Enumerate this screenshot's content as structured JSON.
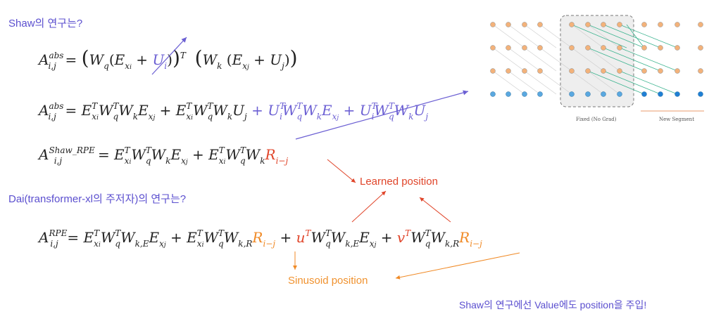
{
  "headings": {
    "shaw": "Shaw의 연구는?",
    "dai": "Dai(transformer-xl의 주저자)의 연구는?"
  },
  "equations": {
    "eq1_lhs": "A",
    "eq1_lhs_sup": "abs",
    "eq1_lhs_sub": "i,j",
    "eq1_rhs": "= (W_q(E_{x_i} + U_i))^T (W_k(E_{x_j} + U_j))",
    "eq2_lhs_sup": "abs",
    "eq2_lhs_sub": "i,j",
    "eq3_lhs_sup": "Shaw_RPE",
    "eq3_lhs_sub": "i,j",
    "eq4_lhs_sup": "RPE",
    "eq4_lhs_sub": "i,j"
  },
  "labels": {
    "learned": "Learned position",
    "sinusoid": "Sinusoid position",
    "note": "Shaw의 연구에선 Value에도 position을 주입!"
  },
  "diagram": {
    "fixed_label": "Fixed (No Grad)",
    "new_label": "New Segment"
  },
  "colors": {
    "purple": "#6b5fd3",
    "orange": "#f08a26",
    "red": "#e0452a",
    "teal": "#3bb38f"
  }
}
